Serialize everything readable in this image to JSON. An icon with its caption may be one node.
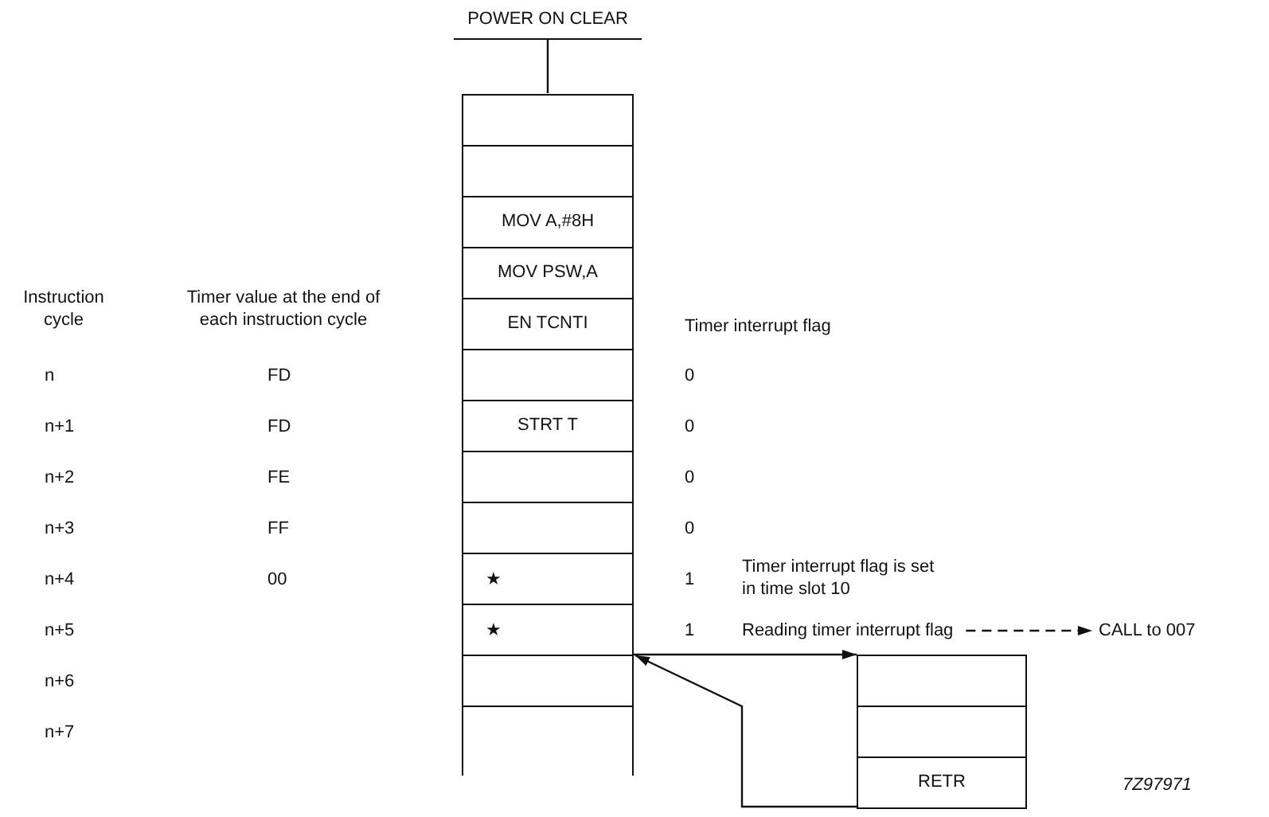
{
  "diagram": {
    "nodes": [
      {
        "text": [
          "POWER ON CLEAR"
        ]
      },
      {
        "text": [],
        "shape": "box"
      },
      {
        "text": [],
        "shape": "box"
      },
      {
        "text": [
          "MOV A,#8H"
        ]
      },
      {
        "text": [
          "MOV PSW,A"
        ]
      },
      {
        "text": [
          "EN TCNTI"
        ]
      },
      {
        "text": [],
        "shape": "box"
      },
      {
        "text": [
          "STRT T"
        ]
      },
      {
        "text": [],
        "shape": "box"
      },
      {
        "text": [],
        "shape": "box"
      },
      {
        "text": [
          "★"
        ]
      },
      {
        "text": [
          "★"
        ]
      },
      {
        "text": [],
        "shape": "box"
      },
      {
        "text": [],
        "shape": "box"
      },
      {
        "text": [],
        "shape": "box"
      },
      {
        "text": [],
        "shape": "box"
      },
      {
        "text": [
          "RETR"
        ]
      },
      {
        "text": [
          "Reading timer interrupt flag"
        ]
      },
      {
        "text": [
          "CALL to 007"
        ]
      }
    ],
    "edges": [
      {
        "from": 0,
        "to": 1,
        "arrow": "none"
      },
      {
        "from": 11,
        "to": 14,
        "arrow": "to"
      },
      {
        "from": 16,
        "to": 12,
        "arrow": "to"
      },
      {
        "from": 17,
        "to": 18,
        "arrow": "to",
        "style": "dashed"
      }
    ],
    "labels": [
      "Instruction cycle",
      "Timer value at the end of each instruction cycle",
      "Timer interrupt flag",
      "n",
      "FD",
      "0",
      "n+1",
      "FD",
      "0",
      "n+2",
      "FE",
      "0",
      "n+3",
      "FF",
      "0",
      "n+4",
      "00",
      "1",
      "Timer interrupt flag is set in time slot 10",
      "n+5",
      "1",
      "n+6",
      "n+7",
      "7Z97971"
    ]
  }
}
